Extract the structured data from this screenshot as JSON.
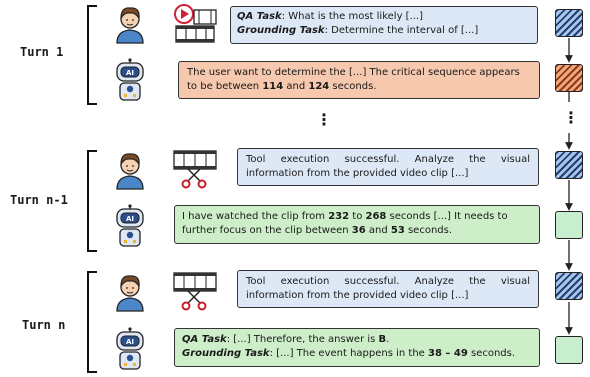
{
  "turns": [
    {
      "label": "Turn 1"
    },
    {
      "label": "Turn n-1"
    },
    {
      "label": "Turn n"
    }
  ],
  "turn1": {
    "user_qa_label": "QA Task",
    "user_qa_text": ": What is the most likely [...]",
    "user_ground_label": "Grounding Task",
    "user_ground_text": ": Determine the interval of [...]",
    "ai_text_a": "The user want to determine the [...] The critical sequence appears to be between ",
    "ai_num_1": "114",
    "ai_text_b": " and ",
    "ai_num_2": "124",
    "ai_text_c": " seconds."
  },
  "turn_n1": {
    "user_text": "Tool execution successful. Analyze the visual information from the provided video clip [...]",
    "ai_text_a": "I have watched the clip from ",
    "ai_num_1": "232",
    "ai_text_b": " to ",
    "ai_num_2": "268",
    "ai_text_c": " seconds [...] It needs to further focus on the clip between ",
    "ai_num_3": "36",
    "ai_text_d": " and ",
    "ai_num_4": "53",
    "ai_text_e": " seconds."
  },
  "turn_n": {
    "user_text": "Tool execution successful. Analyze the visual information from the provided video clip [...]",
    "ai_qa_label": "QA Task",
    "ai_qa_text": ": [...] Therefore, the answer is ",
    "ai_qa_answer": "B",
    "ai_qa_end": ".",
    "ai_ground_label": "Grounding Task",
    "ai_ground_text": ": [...] The event happens in the ",
    "ai_ground_range": "38 – 49",
    "ai_ground_end": " seconds."
  },
  "ellipsis": "⋮",
  "icons": {
    "user": "person-avatar-icon",
    "ai": "robot-ai-icon",
    "video": "video-play-icon",
    "clip": "film-scissors-icon"
  },
  "badge_text": "AI",
  "colors": {
    "user_box": "#dde8f6",
    "ai_box_green": "#cdeec8",
    "ai_box_orange": "#f6c8ae",
    "state_hatched_blue": "#a9c6ea",
    "state_hatched_orange": "#f2a77e",
    "state_green": "#c7efcf"
  }
}
